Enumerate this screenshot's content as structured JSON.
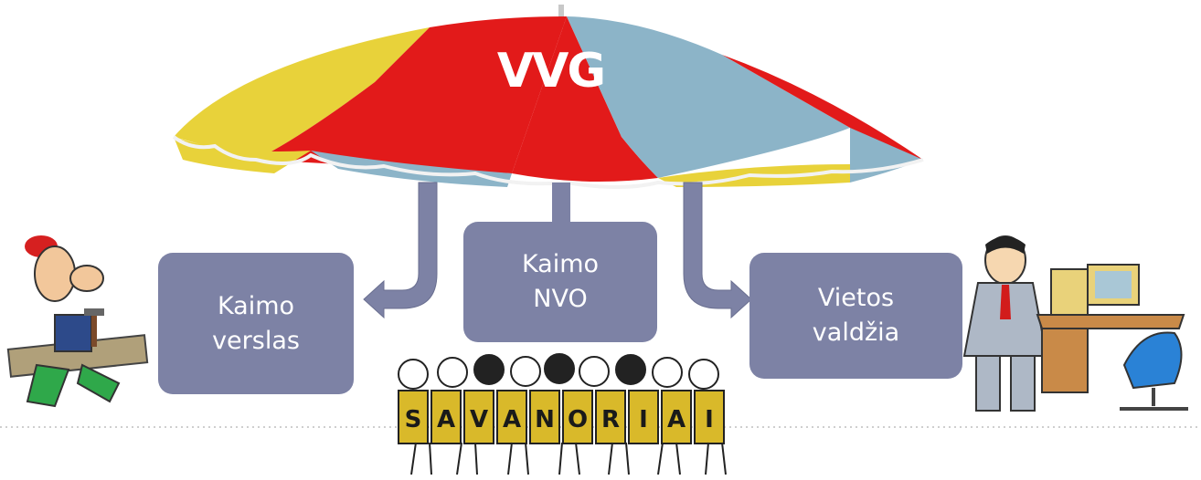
{
  "umbrella": {
    "label": "VVG"
  },
  "boxes": {
    "left": {
      "line1": "Kaimo",
      "line2": "verslas"
    },
    "mid": {
      "line1": "Kaimo",
      "line2": "NVO"
    },
    "right": {
      "line1": "Vietos",
      "line2": "valdžia"
    }
  },
  "volunteers": {
    "letters": [
      "S",
      "A",
      "V",
      "A",
      "N",
      "O",
      "R",
      "I",
      "A",
      "I"
    ]
  },
  "colors": {
    "box": "#7d82a5",
    "arrow": "#7d82a5",
    "umbrella_red": "#e21a1a",
    "umbrella_yellow": "#e8d23a",
    "umbrella_blue": "#8cb4c8"
  },
  "icons": [
    "worker-icon",
    "volunteers-crowd-icon",
    "official-desk-icon"
  ]
}
